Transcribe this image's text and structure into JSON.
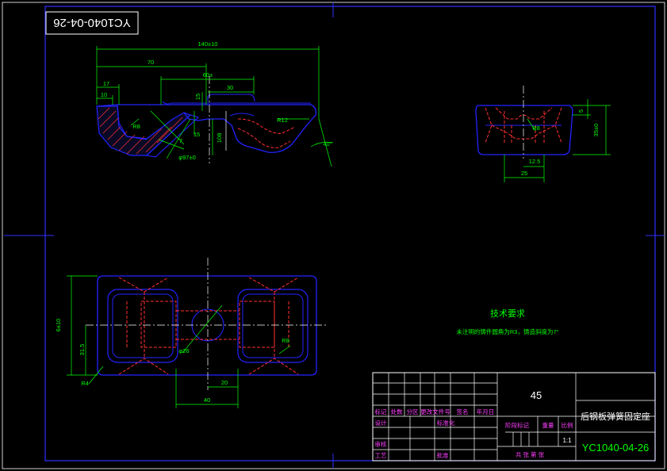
{
  "drawing_number_stamp": "YC1040-04-26",
  "dimensions": {
    "front": [
      "140±10",
      "70",
      "60±",
      "30",
      "17",
      "10",
      "15",
      "15",
      "108",
      "R8",
      "7",
      "R12",
      "40°",
      "φ97±0"
    ],
    "side": [
      "5",
      "35±0",
      "R8",
      "12.5",
      "25"
    ],
    "plan": [
      "6±10",
      "31.5",
      "R8",
      "R4",
      "φ26",
      "20",
      "40"
    ]
  },
  "tech_notes": {
    "title": "技术要求",
    "body": "未注明的铸件圆角为R3，铸造斜度为7°"
  },
  "title_block": {
    "material": "45",
    "part_name": "后钢板弹簧固定座",
    "part_number": "YC1040-04-26",
    "scale": "1:1",
    "labels": {
      "mark": "标记",
      "count": "处数",
      "zone": "分区",
      "change_doc": "更改文件号",
      "signature": "签名",
      "date": "年月日",
      "design": "设计",
      "standardize": "标准化",
      "stage_mark": "阶段标记",
      "weight": "重量",
      "ratio": "比例",
      "review": "审核",
      "process": "工艺",
      "approve": "批准",
      "sheets": "共  张  第  张"
    }
  },
  "colors": {
    "border": "#3030ff",
    "outline": "#2323ff",
    "hidden": "#ff3030",
    "dimension": "#00ff00",
    "center": "#ffffff",
    "table_text": "#ff40ff",
    "stamp": "#ffffff"
  }
}
